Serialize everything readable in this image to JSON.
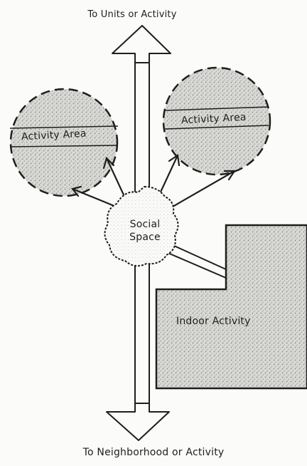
{
  "labels": {
    "top": "To Units or Activity",
    "bottom": "To Neighborhood or Activity",
    "activity_area_left": "Activity Area",
    "activity_area_right": "Activity Area",
    "social_space": "Social Space",
    "indoor_activity": "Indoor Activity"
  },
  "colors": {
    "ink": "#1e1e1e",
    "stipple": "#b9b9b9",
    "paper": "#fbfbf9"
  }
}
